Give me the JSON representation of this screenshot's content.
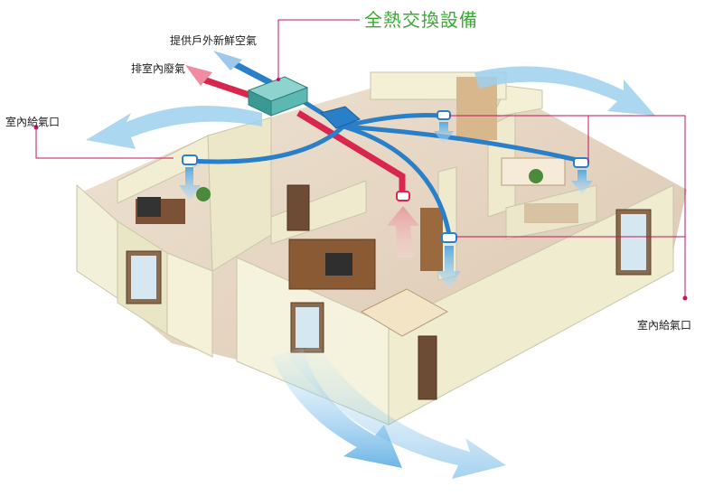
{
  "diagram": {
    "title": "全熱交換設備",
    "labels": {
      "fresh_air_in": "提供戶外新鮮空氣",
      "exhaust_out": "排室內廢氣",
      "supply_outlet_left": "室內給氣口",
      "supply_outlet_right": "室內給氣口"
    },
    "colors": {
      "title": "#3aaa35",
      "exhaust_duct": "#d8264e",
      "supply_duct": "#2a7fc9",
      "callout_line": "#c4135f",
      "airflow_arrow": "#7fc0e6"
    }
  }
}
